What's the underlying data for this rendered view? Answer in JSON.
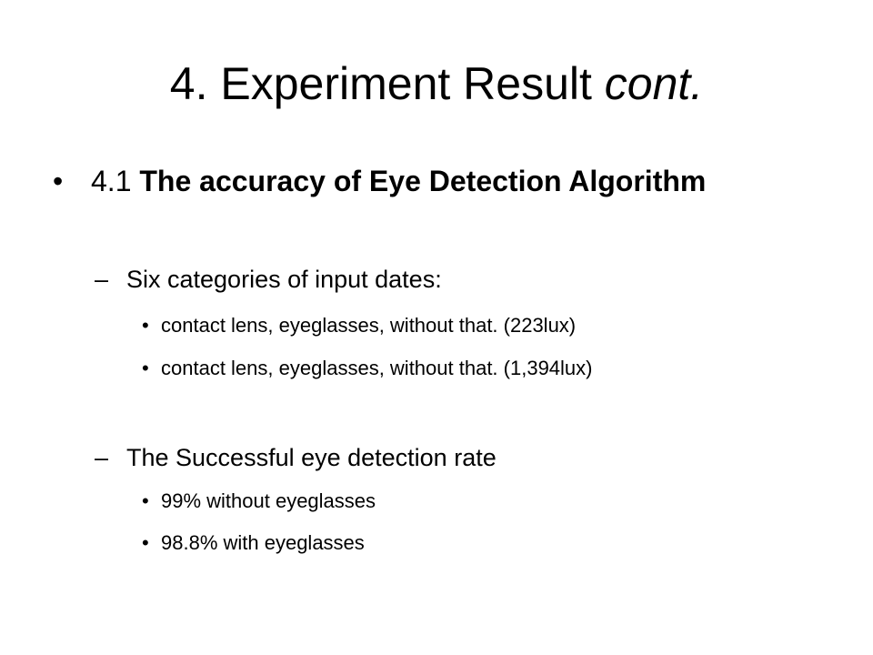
{
  "slide": {
    "title_main": "4. Experiment Result ",
    "title_emph": "cont.",
    "bullet_mark": "•",
    "dash_mark": "–",
    "section": {
      "number": "4.1 ",
      "heading": "The accuracy of Eye Detection Algorithm"
    },
    "categories": {
      "heading": "Six categories of input dates:",
      "items": [
        "contact lens, eyeglasses, without that. (223lux)",
        "contact lens, eyeglasses, without that. (1,394lux)"
      ]
    },
    "rates": {
      "heading": "The Successful eye detection rate",
      "items": [
        "99% without eyeglasses",
        "98.8% with eyeglasses"
      ]
    }
  }
}
